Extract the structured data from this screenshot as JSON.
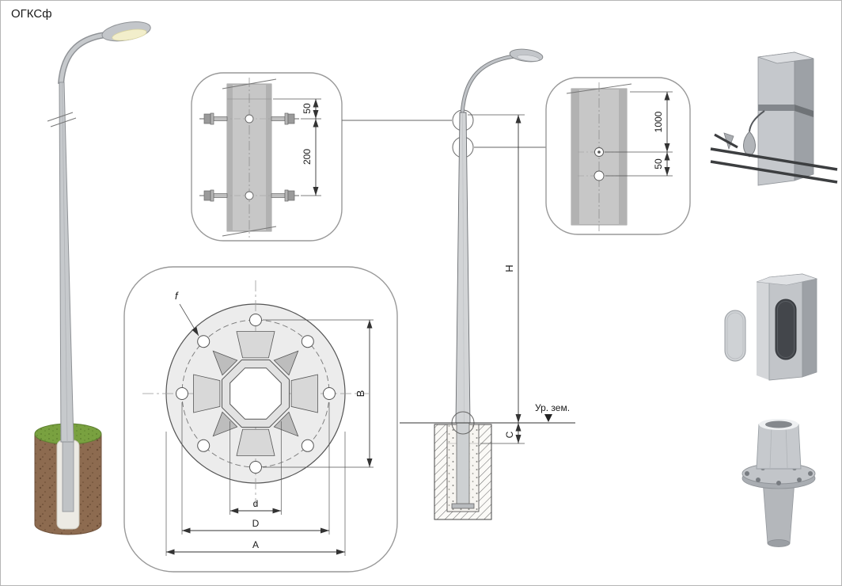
{
  "title": "ОГКСф",
  "colors": {
    "pole": "#c6c9cc",
    "grass": "#79a140",
    "soil": "#8d6b50",
    "cable": "#3c3e40",
    "lamp_glow": "#f2eecb",
    "metal_light": "#c2c5c9",
    "metal_dark": "#9da1a6"
  },
  "labels": {
    "detail_top": {
      "upper": "50",
      "lower": "200"
    },
    "detail_right": {
      "upper": "1000",
      "lower": "50"
    },
    "elevation": {
      "H": "H",
      "C": "C",
      "ground": "Ур. зем."
    },
    "flange": {
      "f": "f",
      "B": "B",
      "d": "d",
      "D": "D",
      "A": "A"
    }
  }
}
